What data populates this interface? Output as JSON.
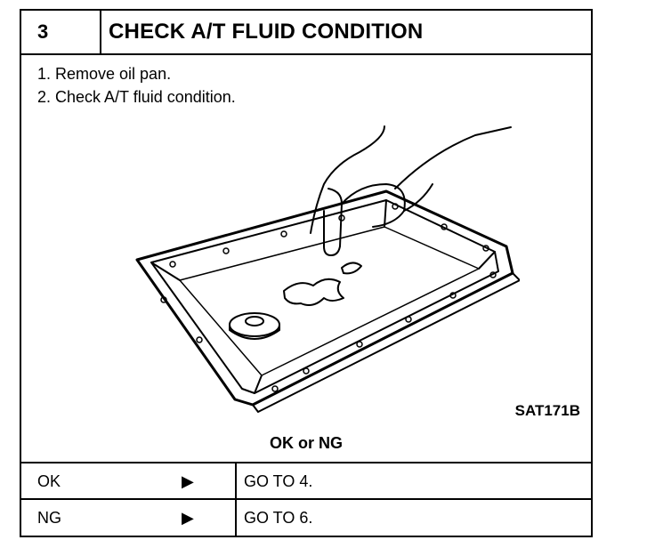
{
  "header": {
    "step_number": "3",
    "title": "CHECK A/T FLUID CONDITION"
  },
  "steps": [
    "1. Remove oil pan.",
    "2. Check A/T fluid condition."
  ],
  "figure": {
    "code": "SAT171B"
  },
  "decision": {
    "label": "OK or NG",
    "rows": [
      {
        "key": "OK",
        "arrow": "▶",
        "action": "GO TO 4."
      },
      {
        "key": "NG",
        "arrow": "▶",
        "action": "GO TO 6."
      }
    ]
  }
}
